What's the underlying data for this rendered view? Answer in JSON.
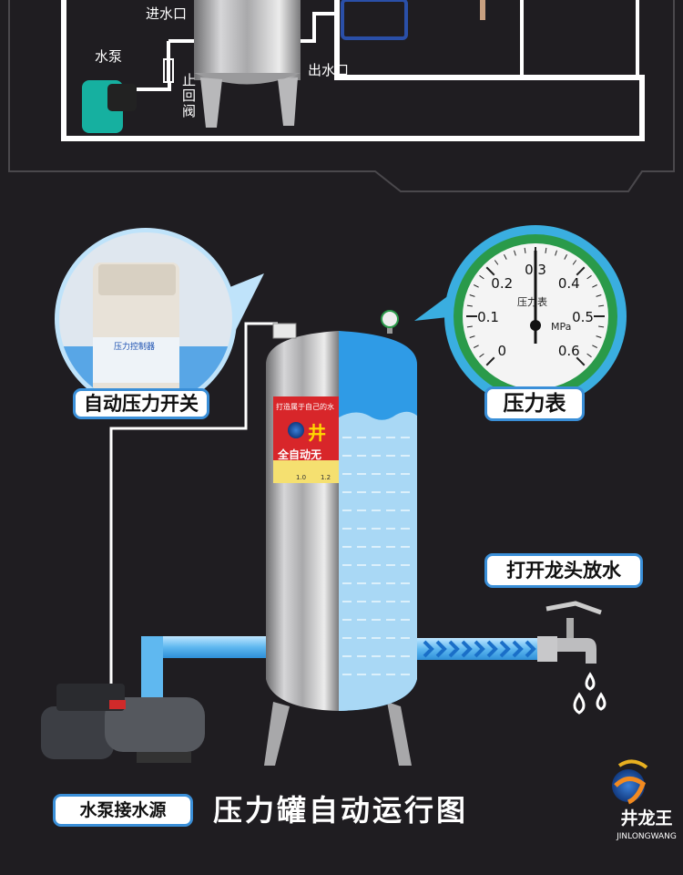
{
  "top_diagram": {
    "inlet_label": "进水口",
    "pump_label": "水泵",
    "check_valve_label": "止回阀",
    "outlet_label": "出水口"
  },
  "callouts": {
    "pressure_switch": "自动压力开关",
    "pressure_gauge": "压力表",
    "open_tap": "打开龙头放水",
    "pump_source": "水泵接水源"
  },
  "title": "压力罐自动运行图",
  "gauge": {
    "ticks": [
      "0",
      "0.1",
      "0.2",
      "0.3",
      "0.4",
      "0.5",
      "0.6"
    ],
    "unit": "MPa",
    "name": "压力表",
    "reading_mpa": 0.3
  },
  "tank_label": {
    "slogan": "打造属于自己的水",
    "brand_char": "井",
    "product": "全自动无",
    "values": [
      "1.0",
      "1.2"
    ]
  },
  "brand": {
    "name_cn": "井龙王",
    "name_en": "JINLONGWANG"
  },
  "colors": {
    "background": "#1f1d21",
    "water_blue": "#2f9be6",
    "light_water": "#a9d8f5",
    "callout_border": "#3a8fd8"
  }
}
